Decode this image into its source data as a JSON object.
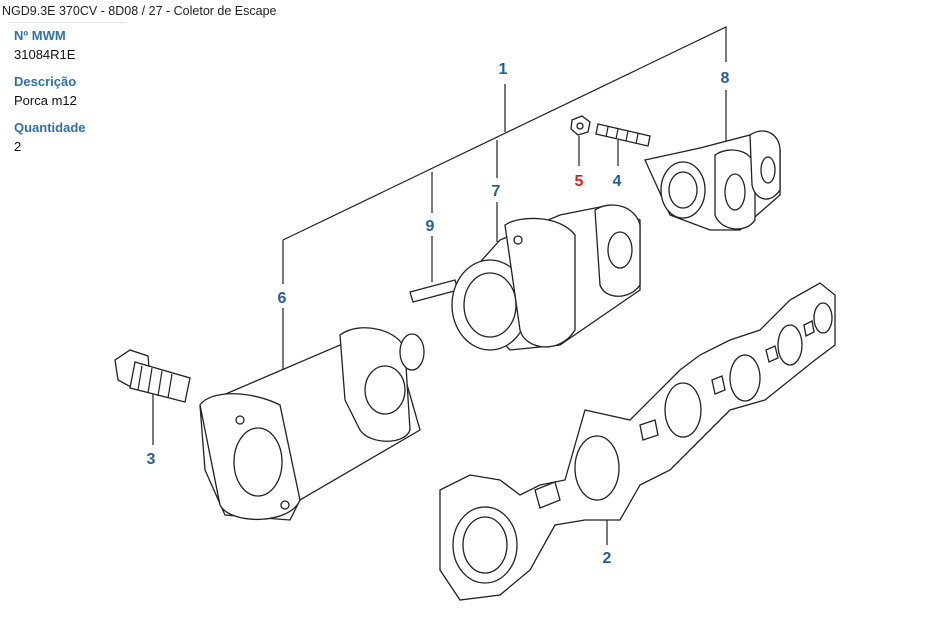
{
  "breadcrumb": {
    "model": "NGD9.3E 370CV - 8D08",
    "separator": "/",
    "section": "27 - Coletor de Escape"
  },
  "details": {
    "part_number_label": "Nº MWM",
    "part_number": "31084R1E",
    "description_label": "Descrição",
    "description": "Porca m12",
    "quantity_label": "Quantidade",
    "quantity": "2"
  },
  "callouts": {
    "c1": "1",
    "c2": "2",
    "c3": "3",
    "c4": "4",
    "c5": "5",
    "c6": "6",
    "c7": "7",
    "c8": "8",
    "c9": "9"
  },
  "colors": {
    "label": "#2a72b5",
    "callout": "#1f5fa8",
    "selected": "#e0201f"
  },
  "selected_callout": "5"
}
